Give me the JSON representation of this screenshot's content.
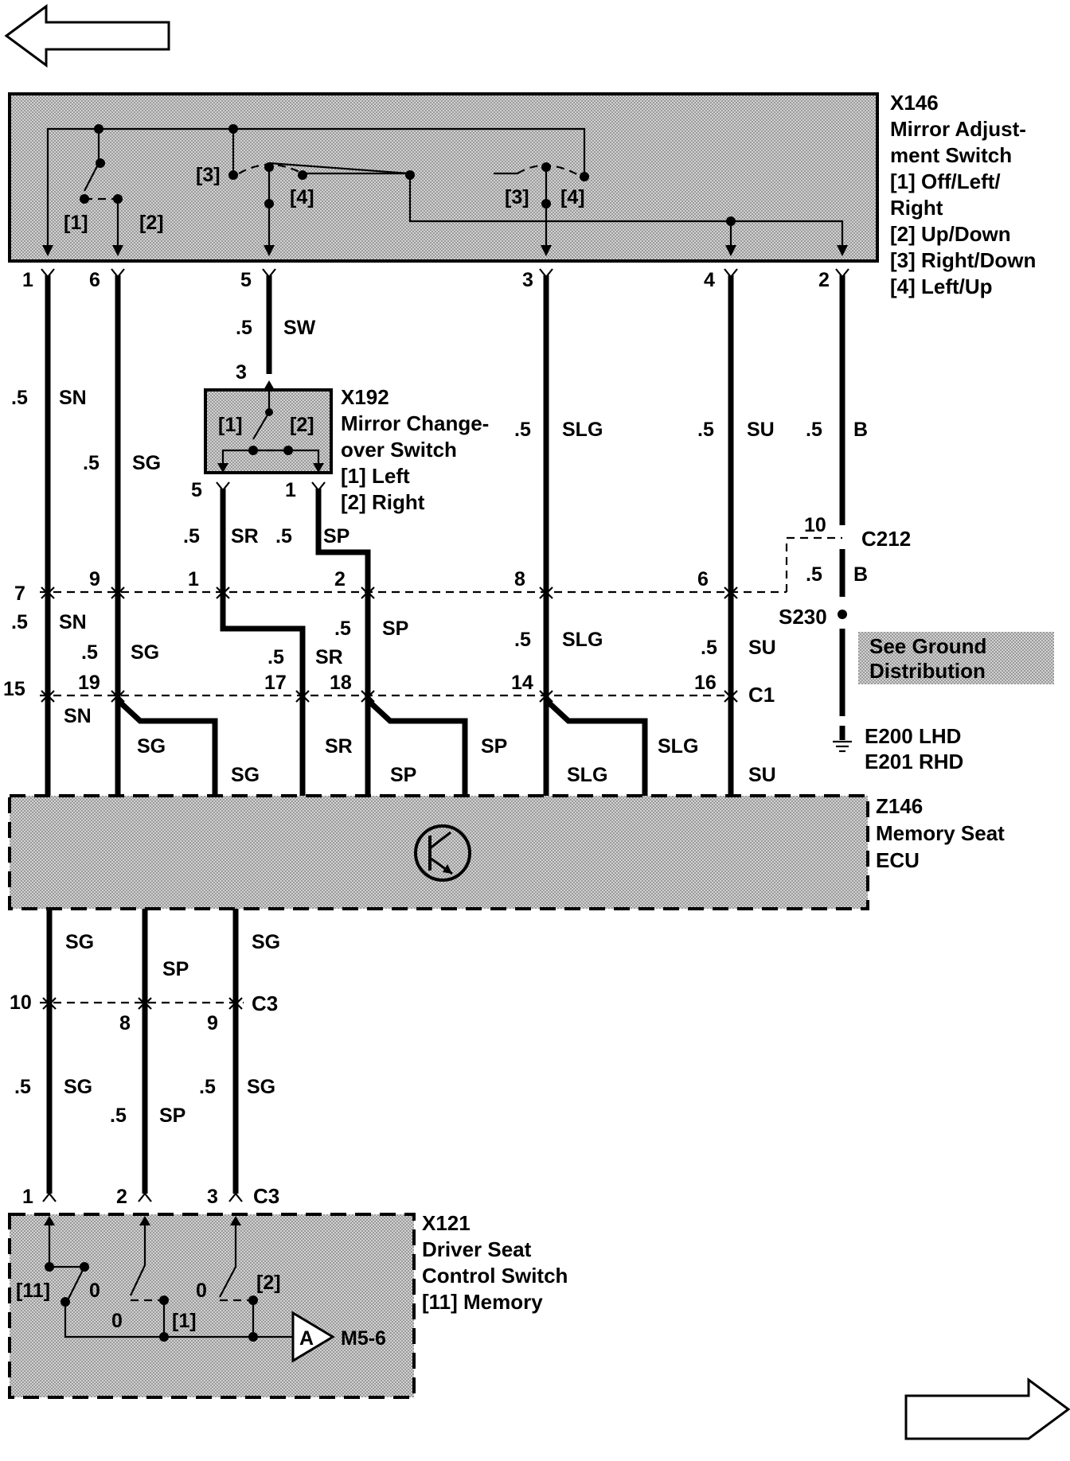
{
  "components": {
    "x146": {
      "id": "X146",
      "name_line1": "Mirror Adjust-",
      "name_line2": "ment Switch",
      "pos1a": "[1]  Off/Left/",
      "pos1b": "Right",
      "pos2": "[2]  Up/Down",
      "pos3": "[3]  Right/Down",
      "pos4": "[4]  Left/Up",
      "sw1": "[1]",
      "sw2": "[2]",
      "sw3a": "[3]",
      "sw4a": "[4]",
      "sw3b": "[3]",
      "sw4b": "[4]"
    },
    "x192": {
      "id": "X192",
      "name_line1": "Mirror Change-",
      "name_line2": "over Switch",
      "pos1": "[1]  Left",
      "pos2": "[2]  Right",
      "sw1": "[1]",
      "sw2": "[2]"
    },
    "z146": {
      "id": "Z146",
      "name_line1": "Memory Seat",
      "name_line2": "ECU"
    },
    "x121": {
      "id": "X121",
      "name_line1": "Driver Seat",
      "name_line2": "Control Switch",
      "pos11": "[11]  Memory",
      "sw11": "[11]",
      "sw1": "[1]",
      "sw2": "[2]",
      "zero1": "0",
      "zero2": "0",
      "zero3": "0",
      "ref": "M5-6",
      "ref_letter": "A"
    }
  },
  "connectors": {
    "c212": "C212",
    "c1": "C1",
    "c3a": "C3",
    "c3b": "C3",
    "s230": "S230",
    "ground_note_1": "See Ground",
    "ground_note_2": "Distribution",
    "ground_1": "E200  LHD",
    "ground_2": "E201  RHD"
  },
  "pins": {
    "x146": [
      "1",
      "6",
      "5",
      "3",
      "4",
      "2"
    ],
    "x192": [
      "3",
      "5",
      "1"
    ],
    "c212": "10",
    "c1_upper": [
      "7",
      "9",
      "1",
      "2",
      "8",
      "6"
    ],
    "c1_lower": [
      "15",
      "19",
      "17",
      "18",
      "14",
      "16"
    ],
    "c3_upper": [
      "10",
      "8",
      "9"
    ],
    "x121": [
      "1",
      "2",
      "3"
    ]
  },
  "wires": {
    "sn": {
      "size": ".5",
      "color": "SN"
    },
    "sn2": {
      "size": ".5",
      "color": "SN"
    },
    "sn3": "SN",
    "sg": {
      "size": ".5",
      "color": "SG"
    },
    "sg2": {
      "size": ".5",
      "color": "SG"
    },
    "sg3a": "SG",
    "sg3b": "SG",
    "sw": {
      "size": ".5",
      "color": "SW"
    },
    "sr": {
      "size": ".5",
      "color": "SR"
    },
    "sr2": {
      "size": ".5",
      "color": "SR"
    },
    "sr3": "SR",
    "sp": {
      "size": ".5",
      "color": "SP"
    },
    "sp2": {
      "size": ".5",
      "color": "SP"
    },
    "sp3a": "SP",
    "sp3b": "SP",
    "slg": {
      "size": ".5",
      "color": "SLG"
    },
    "slg2": {
      "size": ".5",
      "color": "SLG"
    },
    "slg3a": "SLG",
    "slg3b": "SLG",
    "su": {
      "size": ".5",
      "color": "SU"
    },
    "su2": {
      "size": ".5",
      "color": "SU"
    },
    "su3": "SU",
    "b": {
      "size": ".5",
      "color": "B"
    },
    "b2": {
      "size": ".5",
      "color": "B"
    },
    "lower_a": {
      "top": "SG",
      "size": ".5",
      "color": "SG"
    },
    "lower_b": {
      "top": "SP",
      "size": ".5",
      "color": "SP"
    },
    "lower_c": {
      "top": "SG",
      "size": ".5",
      "color": "SG"
    }
  },
  "colors": {
    "stipple": "#c8c8c8",
    "line": "#000000"
  }
}
